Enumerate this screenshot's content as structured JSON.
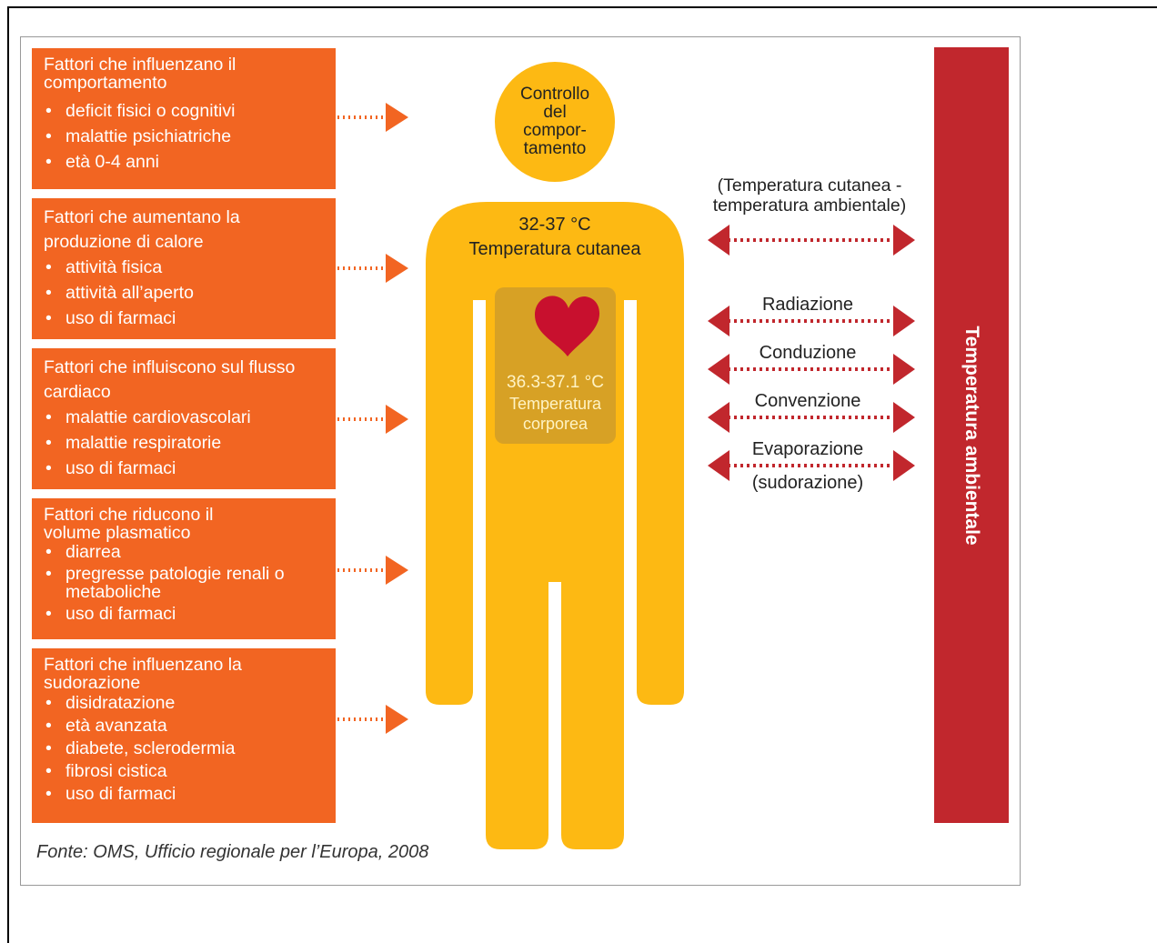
{
  "factors": [
    {
      "title": "Fattori che influenzano il comportamento",
      "items": [
        "deficit fisici o cognitivi",
        "malattie psichiatriche",
        "età 0-4 anni"
      ]
    },
    {
      "title": "Fattori che aumentano la produzione di calore",
      "items": [
        "attività fisica",
        "attività all’aperto",
        "uso di farmaci"
      ]
    },
    {
      "title": "Fattori che influiscono sul flusso cardiaco",
      "items": [
        "malattie cardiovascolari",
        "malattie respiratorie",
        "uso di farmaci"
      ]
    },
    {
      "title": "Fattori che riducono il volume plasmatico",
      "items": [
        "diarrea",
        "pregresse patologie renali o metaboliche",
        "uso di farmaci"
      ]
    },
    {
      "title": "Fattori che influenzano la sudorazione",
      "items": [
        "disidratazione",
        "età avanzata",
        "diabete, sclerodermia",
        "fibrosi cistica",
        "uso di farmaci"
      ]
    }
  ],
  "head": {
    "lines": [
      "Controllo",
      "del",
      "compor-",
      "tamento"
    ]
  },
  "skin": {
    "value": "32-37 °C",
    "label": "Temperatura cutanea"
  },
  "core": {
    "value": "36.3-37.1 °C",
    "label_line1": "Temperatura",
    "label_line2": "corporea"
  },
  "exchanges": {
    "gradient_line1": "(Temperatura cutanea -",
    "gradient_line2": "temperatura ambientale)",
    "radiation": "Radiazione",
    "conduction": "Conduzione",
    "convection": "Convenzione",
    "evaporation": "Evaporazione",
    "evaporation_note": "(sudorazione)"
  },
  "environment": "Temperatura ambientale",
  "source": "Fonte: OMS, Ufficio regionale per l’Europa, 2008",
  "colors": {
    "orange": "#f26522",
    "yellow": "#fdb913",
    "dark_yellow": "#d7a125",
    "red": "#c1272d",
    "heart": "#c8102e"
  }
}
